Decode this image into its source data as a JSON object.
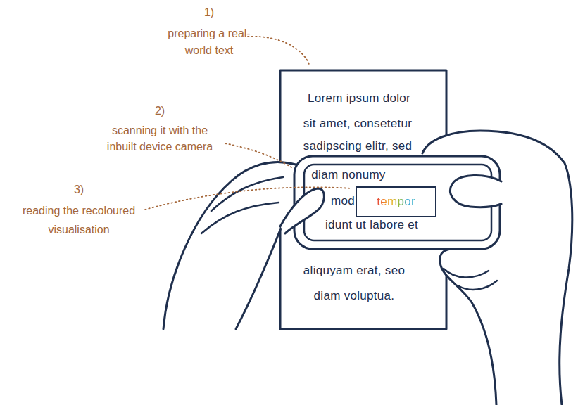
{
  "diagram": {
    "nodes": [
      {
        "text": [
          "Lorem ipsum dolor",
          "sit amet, consetetur",
          "sadipscing elitr, sed",
          "aliquyam erat, seo",
          "diam voluptua."
        ]
      },
      {
        "text": [
          "diam nonumy",
          "mod",
          "idunt ut labore et"
        ]
      },
      {
        "text": [
          "tempor"
        ],
        "in": 1
      }
    ],
    "labels": [
      "1)",
      "preparing a real-world text",
      "2)",
      "scanning it with the inbuilt device camera",
      "3)",
      "reading the recoloured visualisation"
    ]
  }
}
